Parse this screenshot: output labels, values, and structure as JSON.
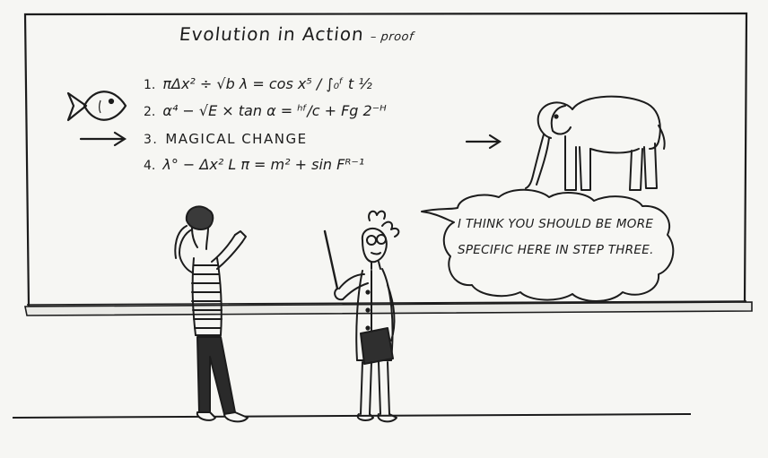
{
  "cartoon": {
    "title": "Evolution in Action",
    "title_suffix": "– proof",
    "steps": [
      {
        "number": "1.",
        "text": "πΔx² ÷ √b λ = cos x⁵ / ∫₀ᶠ t ½"
      },
      {
        "number": "2.",
        "text": "α⁴ − √E × tan α = ʰᶠ/c + Fg 2⁻ᴴ"
      },
      {
        "number": "3.",
        "text": "MAGICAL CHANGE"
      },
      {
        "number": "4.",
        "text": "λ° − Δx² L π = m² + sin Fᴿ⁻¹"
      }
    ],
    "speech_bubble": "I THINK YOU SHOULD BE MORE SPECIFIC HERE IN STEP THREE.",
    "icons": {
      "fish": "fish-icon",
      "elephant": "elephant-icon",
      "arrow": "arrow-icon"
    }
  }
}
